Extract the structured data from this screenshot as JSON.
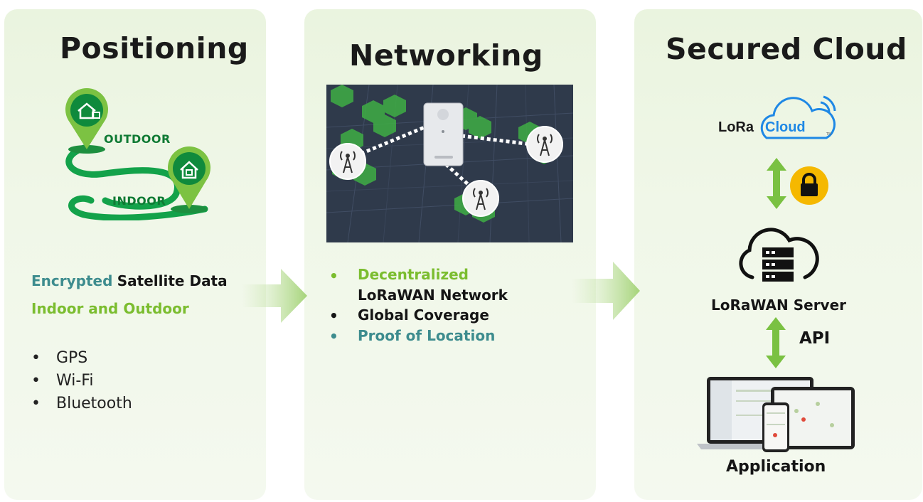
{
  "positioning": {
    "title": "Positioning",
    "outdoor_label": "OUTDOOR",
    "indoor_label": "INDOOR",
    "encrypted_word": "Encrypted",
    "satellite_text": "Satellite Data",
    "indoor_outdoor": "Indoor and Outdoor",
    "list": [
      "GPS",
      "Wi-Fi",
      "Bluetooth"
    ]
  },
  "networking": {
    "title": "Networking",
    "bullets": [
      {
        "line1": "Decentralized",
        "line2": "LoRaWAN Network"
      },
      {
        "line1": "Global Coverage"
      },
      {
        "line1": "Proof of Location"
      }
    ]
  },
  "cloud": {
    "title": "Secured Cloud",
    "lora_word": "LoRa",
    "cloud_word": "Cloud",
    "tm": "TM",
    "server_label": "LoRaWAN Server",
    "api_label": "API",
    "app_label": "Application"
  },
  "colors": {
    "teal": "#3d8c8e",
    "green": "#7bbd2f",
    "arrow_green": "#7ac142",
    "lock_yellow": "#f5b800",
    "cloud_blue": "#1e88e5"
  }
}
